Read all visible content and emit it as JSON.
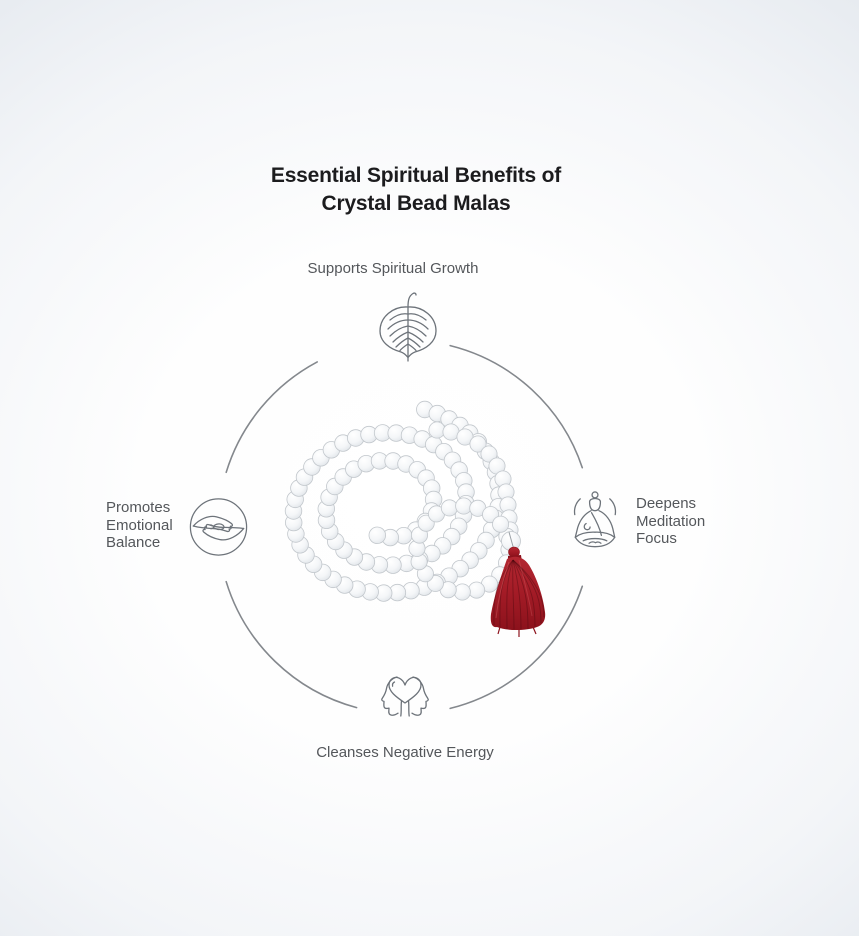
{
  "title": {
    "line1": "Essential Spiritual Benefits of",
    "line2": "Crystal Bead Malas"
  },
  "benefits": {
    "top": {
      "label": "Supports Spiritual Growth",
      "icon": "bodhi-leaf-icon"
    },
    "left": {
      "lines": [
        "Promotes",
        "Emotional",
        "Balance"
      ],
      "icon": "cradling-hands-icon"
    },
    "right": {
      "lines": [
        "Deepens",
        "Meditation",
        "Focus"
      ],
      "icon": "meditating-buddha-icon"
    },
    "bottom": {
      "label": "Cleanses Negative Energy",
      "icon": "profiles-heart-icon"
    }
  },
  "center_image": {
    "alt": "crystal bead mala with red tassel"
  },
  "colors": {
    "background_edge": "#d6dce4",
    "background_center": "#ffffff",
    "circle_stroke": "#84888d",
    "icon_stroke": "#6d737a",
    "label_text": "#54575b",
    "title_text": "#1c1c1e",
    "tassel_red": "#a31b26",
    "tassel_dark": "#8c121c",
    "tassel_light": "#b22731",
    "bead_stroke": "#c2c7cc"
  }
}
